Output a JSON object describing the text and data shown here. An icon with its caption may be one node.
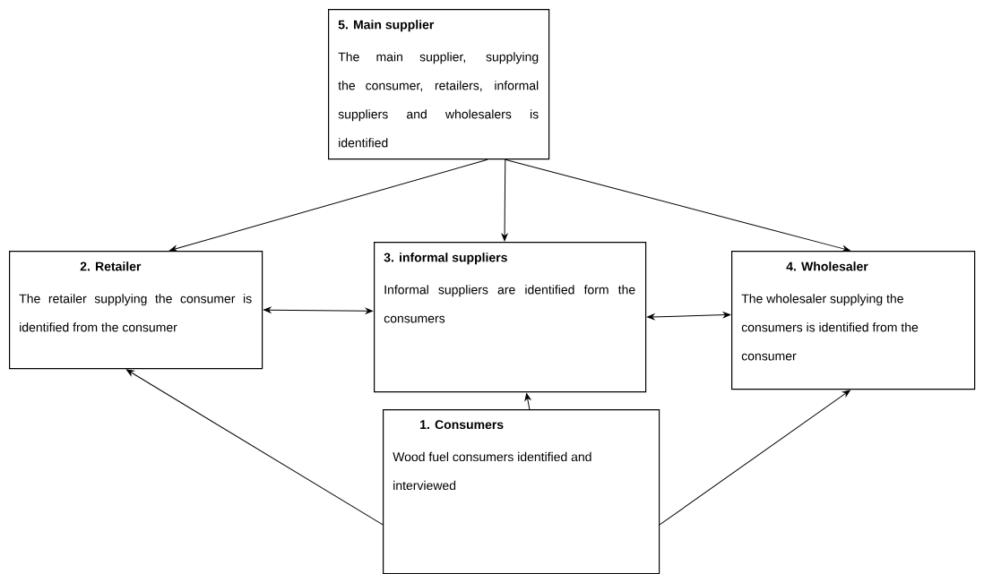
{
  "diagram": {
    "nodes": [
      {
        "text": [
          "5.   Main supplier",
          "The main supplier, supplying the consumer, retailers, informal suppliers and wholesalers is identified"
        ]
      },
      {
        "text": [
          "2.  Retailer",
          "The retailer supplying the consumer is identified from the consumer"
        ]
      },
      {
        "text": [
          "3.  informal suppliers",
          "Informal suppliers are identified form the consumers"
        ]
      },
      {
        "text": [
          "4. Wholesaler",
          "The wholesaler supplying the consumers is identified from the consumer"
        ]
      },
      {
        "text": [
          "1.       Consumers",
          "Wood fuel consumers identified and interviewed"
        ]
      }
    ],
    "edges": [
      {
        "from": 0,
        "to": 1,
        "arrow": "to"
      },
      {
        "from": 0,
        "to": 2,
        "arrow": "to"
      },
      {
        "from": 0,
        "to": 3,
        "arrow": "to"
      },
      {
        "from": 1,
        "to": 2,
        "arrow": "both"
      },
      {
        "from": 2,
        "to": 3,
        "arrow": "both"
      },
      {
        "from": 4,
        "to": 1,
        "arrow": "to"
      },
      {
        "from": 4,
        "to": 2,
        "arrow": "to"
      },
      {
        "from": 4,
        "to": 3,
        "arrow": "to"
      }
    ]
  }
}
